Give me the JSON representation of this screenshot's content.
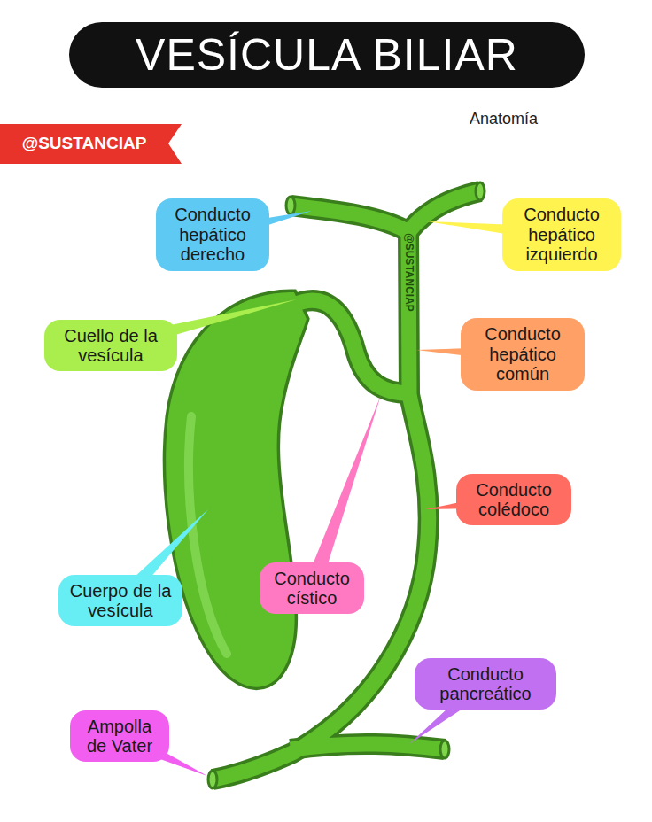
{
  "diagram": {
    "title": "VESÍCULA BILIAR",
    "nodes": [
      {
        "text": [
          "Conducto hepático derecho"
        ]
      },
      {
        "text": [
          "Conducto hepático izquierdo"
        ]
      },
      {
        "text": [
          "Cuello de la vesícula"
        ]
      },
      {
        "text": [
          "Conducto hepático común"
        ]
      },
      {
        "text": [
          "Conducto colédoco"
        ]
      },
      {
        "text": [
          "Cuerpo de la vesícula"
        ]
      },
      {
        "text": [
          "Conducto cístico"
        ]
      },
      {
        "text": [
          "Conducto pancreático"
        ]
      },
      {
        "text": [
          "Ampolla de Vater"
        ]
      }
    ],
    "edges": [],
    "labels": [
      "Anatomía",
      "@SUSTANCIAP",
      "@SUSTANCIAP"
    ]
  }
}
